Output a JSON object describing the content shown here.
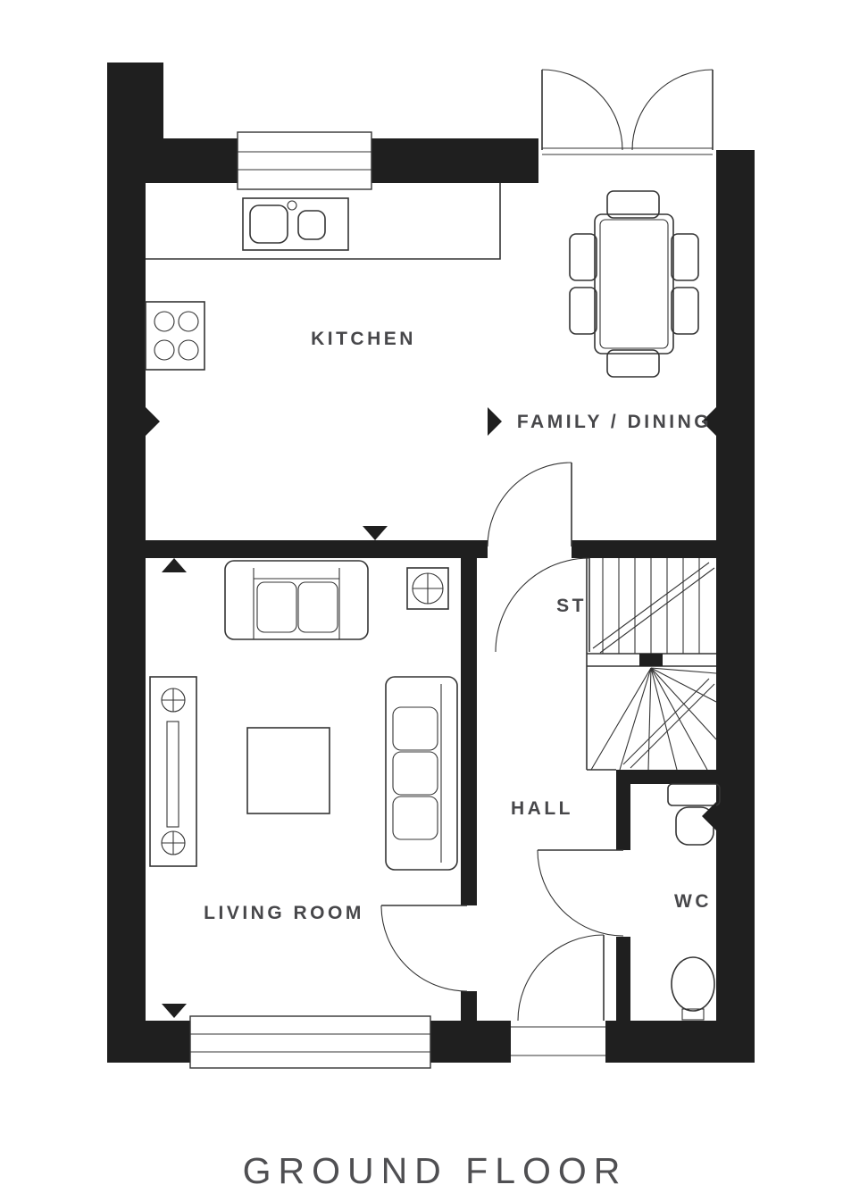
{
  "title": "GROUND FLOOR",
  "rooms": {
    "kitchen": "KITCHEN",
    "family_dining": "FAMILY / DINING",
    "storage": "ST",
    "hall": "HALL",
    "wc": "WC",
    "living_room": "LIVING ROOM"
  },
  "colors": {
    "background": "#ffffff",
    "wall": "#1f1f1f",
    "line": "#343434",
    "label": "#47474a",
    "title": "#4f4f52"
  }
}
